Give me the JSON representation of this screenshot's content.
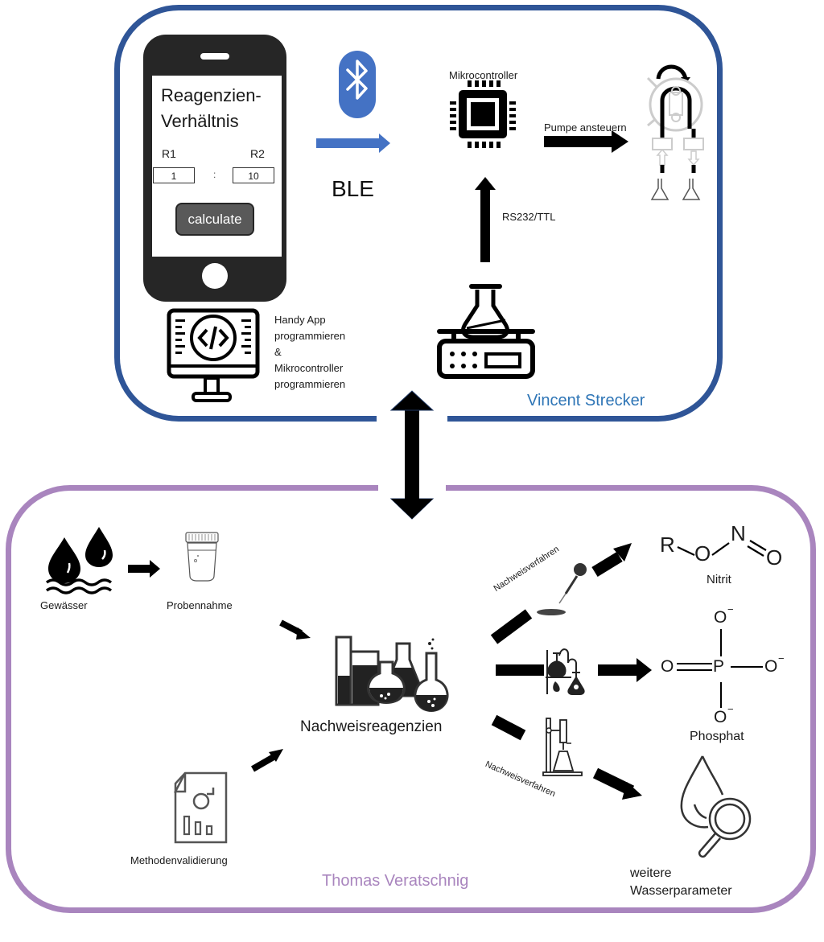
{
  "colors": {
    "team1_border": "#2f5597",
    "team2_border": "#a985be",
    "bluetooth": "#4472c4",
    "team1_author": "#2e75b6",
    "team2_author": "#a985be"
  },
  "team1": {
    "author": "Vincent Strecker",
    "phone_app": {
      "title_line1": "Reagenzien-",
      "title_line2": "Verhältnis",
      "r1_label": "R1",
      "r2_label": "R2",
      "r1_value": "1",
      "r2_value": "10",
      "separator": ":",
      "calculate_label": "calculate"
    },
    "ble_label": "BLE",
    "microcontroller_label": "Mikrocontroller",
    "pump_arrow_label": "Pumpe ansteuern",
    "serial_label": "RS232/TTL",
    "programming_label": [
      "Handy App",
      "programmieren",
      "&",
      "Mikrocontroller",
      "programmieren"
    ]
  },
  "team2": {
    "author": "Thomas Veratschnig",
    "water_label": "Gewässer",
    "sampling_label": "Probennahme",
    "reagents_label": "Nachweisreagenzien",
    "validation_label": "Methodenvalidierung",
    "method_label_top": "Nachweisverfahren",
    "method_label_bottom": "Nachweisverfahren",
    "nitrite": {
      "label": "Nitrit",
      "atoms": {
        "r": "R",
        "o1": "O",
        "n": "N",
        "o2": "O"
      }
    },
    "phosphate": {
      "label": "Phosphat",
      "atoms": {
        "p": "P",
        "o_top": "O",
        "o_left": "O",
        "o_right": "O",
        "o_bottom": "O",
        "minus": "−"
      }
    },
    "other_params_line1": "weitere",
    "other_params_line2": "Wasserparameter"
  }
}
